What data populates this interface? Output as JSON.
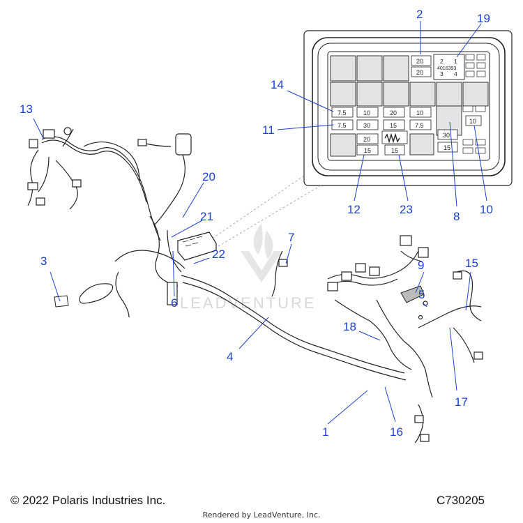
{
  "watermark": "LEADVENTURE",
  "fuse_box": {
    "relay_marks": [
      "2",
      "1",
      "3",
      "4"
    ],
    "relay_part_number": "4016393",
    "fuses": [
      {
        "id": "f-20-a",
        "rating": "20"
      },
      {
        "id": "f-20-b",
        "rating": "20"
      },
      {
        "id": "f-7_5-a",
        "rating": "7.5"
      },
      {
        "id": "f-10-a",
        "rating": "10"
      },
      {
        "id": "f-20-c",
        "rating": "20"
      },
      {
        "id": "f-10-b",
        "rating": "10"
      },
      {
        "id": "f-7_5-b",
        "rating": "7.5"
      },
      {
        "id": "f-30-a",
        "rating": "30"
      },
      {
        "id": "f-15-a",
        "rating": "15"
      },
      {
        "id": "f-7_5-c",
        "rating": "7.5"
      },
      {
        "id": "f-10-c",
        "rating": "10"
      },
      {
        "id": "f-20-d",
        "rating": "20"
      },
      {
        "id": "f-30-b",
        "rating": "30"
      },
      {
        "id": "f-15-b",
        "rating": "15"
      },
      {
        "id": "f-15-c",
        "rating": "15"
      },
      {
        "id": "f-15-d",
        "rating": "15"
      }
    ]
  },
  "callouts": [
    {
      "id": "1",
      "label": "1"
    },
    {
      "id": "2",
      "label": "2"
    },
    {
      "id": "3",
      "label": "3"
    },
    {
      "id": "4",
      "label": "4"
    },
    {
      "id": "5",
      "label": "5"
    },
    {
      "id": "6",
      "label": "6"
    },
    {
      "id": "7",
      "label": "7"
    },
    {
      "id": "8",
      "label": "8"
    },
    {
      "id": "9",
      "label": "9"
    },
    {
      "id": "10",
      "label": "10"
    },
    {
      "id": "11",
      "label": "11"
    },
    {
      "id": "12",
      "label": "12"
    },
    {
      "id": "13",
      "label": "13"
    },
    {
      "id": "14",
      "label": "14"
    },
    {
      "id": "15",
      "label": "15"
    },
    {
      "id": "16",
      "label": "16"
    },
    {
      "id": "17",
      "label": "17"
    },
    {
      "id": "18",
      "label": "18"
    },
    {
      "id": "19",
      "label": "19"
    },
    {
      "id": "20",
      "label": "20"
    },
    {
      "id": "21",
      "label": "21"
    },
    {
      "id": "22",
      "label": "22"
    },
    {
      "id": "23",
      "label": "23"
    }
  ],
  "footer": {
    "copyright": "© 2022 Polaris Industries Inc.",
    "diagram_code": "C730205",
    "rendered_by": "Rendered by LeadVenture, Inc."
  },
  "colors": {
    "callout": "#1a3fd6",
    "line_art": "#222222",
    "background": "#ffffff"
  }
}
